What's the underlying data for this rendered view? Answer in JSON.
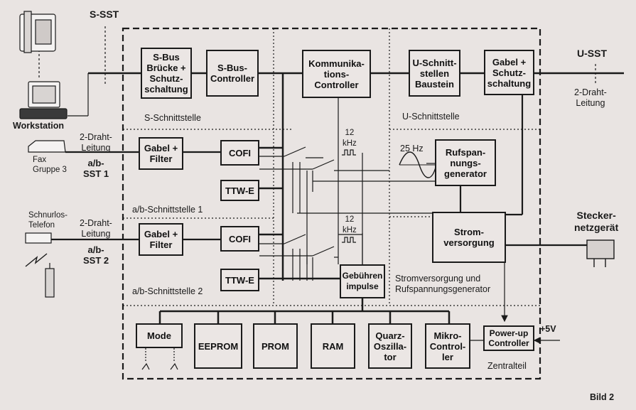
{
  "blocks": {
    "s_bus_bruecke": "S-Bus\nBrücke +\nSchutz-\nschaltung",
    "s_bus_controller": "S-Bus-\nController",
    "kommunikations_controller": "Kommunika-\ntions-\nController",
    "u_schnittstellen_baustein": "U-Schnitt-\nstellen\nBaustein",
    "gabel_schutzschaltung": "Gabel +\nSchutz-\nschaltung",
    "gabel_filter_1": "Gabel +\nFilter",
    "cofi_1": "COFI",
    "ttw_e_1": "TTW-E",
    "gabel_filter_2": "Gabel +\nFilter",
    "cofi_2": "COFI",
    "ttw_e_2": "TTW-E",
    "rufspannungsgenerator": "Rufspan-\nnungs-\ngenerator",
    "stromversorgung": "Strom-\nversorgung",
    "gebuehrenimpulse": "Gebühren\nimpulse",
    "mode": "Mode",
    "eeprom": "EEPROM",
    "prom": "PROM",
    "ram": "RAM",
    "quarz_oszillator": "Quarz-\nOszilla-\ntor",
    "mikro_controller": "Mikro-\nControl-\nler",
    "power_up_controller": "Power-up\nController"
  },
  "labels": {
    "s_sst": "S-SST",
    "u_sst": "U-SST",
    "zwei_draht_leitung_u": "2-Draht-\nLeitung",
    "workstation": "Workstation",
    "s_schnittstelle": "S-Schnittstelle",
    "u_schnittstelle": "U-Schnittstelle",
    "zwei_draht_leitung_1": "2-Draht-\nLeitung",
    "ab_sst_1": "a/b-\nSST 1",
    "fax": "Fax\nGruppe 3",
    "freq_1": "12\nkHz",
    "freq_25hz": "25 Hz",
    "ab_schnittstelle_1": "a/b-Schnittstelle 1",
    "schnurlos_telefon": "Schnurlos-\nTelefon",
    "zwei_draht_leitung_2": "2-Draht-\nLeitung",
    "ab_sst_2": "a/b-\nSST 2",
    "freq_2": "12\nkHz",
    "stecker_netzgeraet": "Stecker-\nnetzgerät",
    "ab_schnittstelle_2": "a/b-Schnittstelle 2",
    "stromversorgung_rufspannung": "Stromversorgung und\nRufspannungsgenerator",
    "plus_5v": "+5V",
    "zentralteil": "Zentralteil",
    "bild": "Bild 2"
  },
  "colors": {
    "line": "#1a1a1a",
    "background": "#e9e4e2"
  }
}
